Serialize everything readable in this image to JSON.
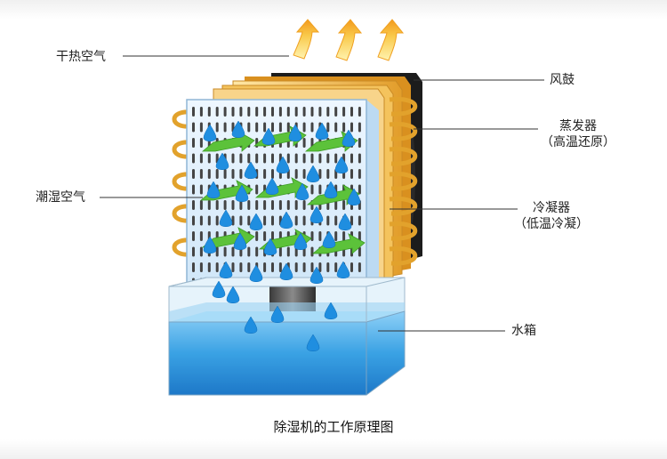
{
  "labels": {
    "dry_hot_air": "干热空气",
    "humid_air": "潮湿空气",
    "fan": "风鼓",
    "evaporator": "蒸发器",
    "evaporator_note": "（高温还原）",
    "condenser": "冷凝器",
    "condenser_note": "（低温冷凝）",
    "water_tank": "水箱"
  },
  "caption": "除湿机的工作原理图",
  "colors": {
    "arrow_orange": "#f5a623",
    "fin_blue": "#d8ecfa",
    "evaporator_gold": "#f0b74a",
    "coil_gold": "#e8a82f",
    "water_blue": "#2e95db",
    "droplet_blue": "#1f8ee0",
    "airflow_green": "#5cc23a"
  }
}
